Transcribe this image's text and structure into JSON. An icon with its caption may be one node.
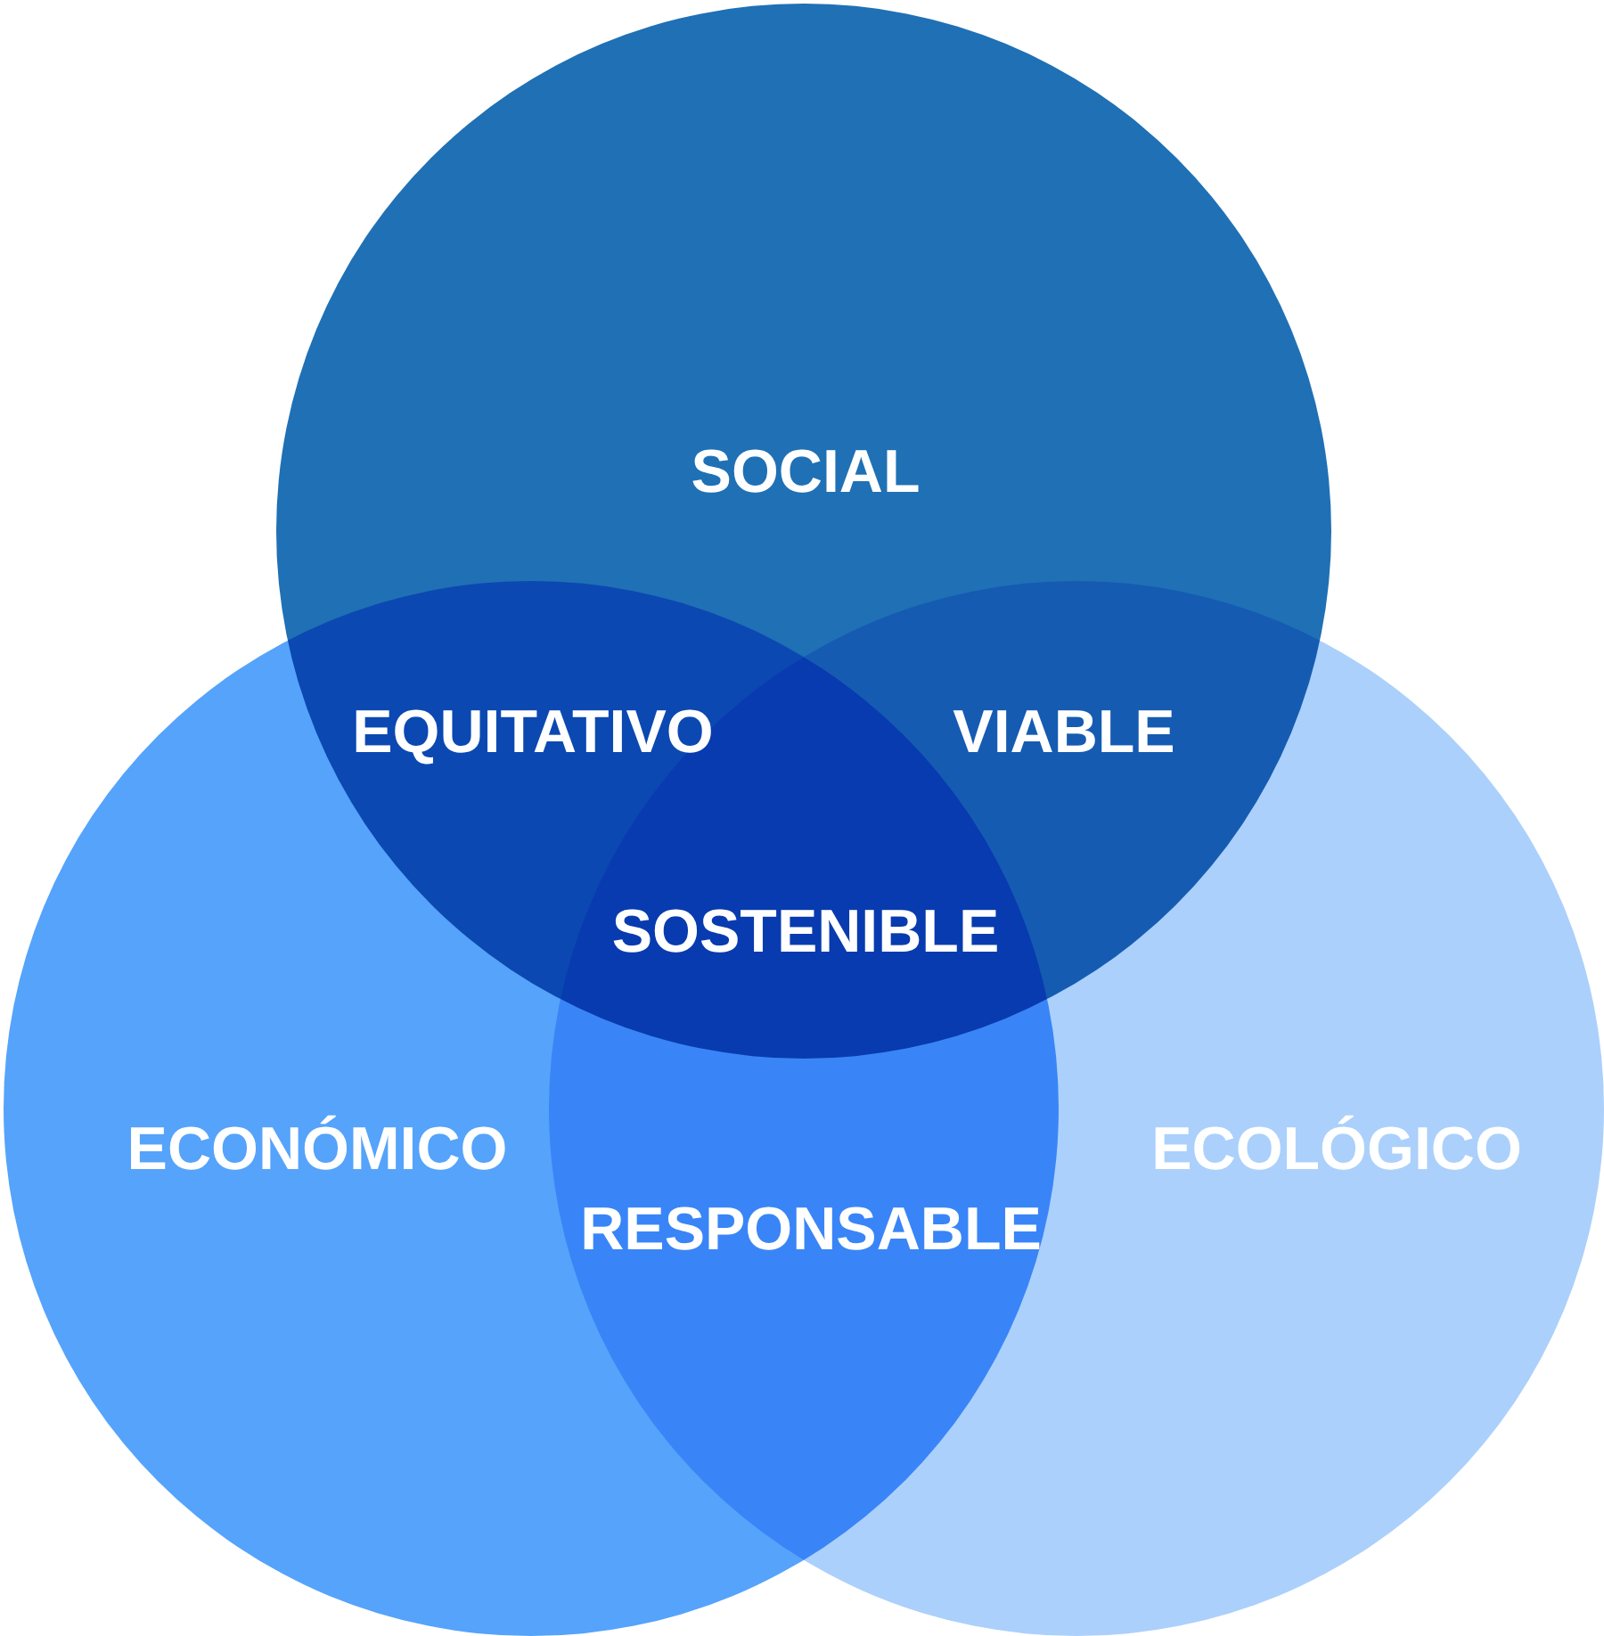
{
  "diagram": {
    "nodes": [
      {
        "text": [
          "SOCIAL"
        ]
      },
      {
        "text": [
          "ECONÓMICO"
        ]
      },
      {
        "text": [
          "ECOLÓGICO"
        ]
      }
    ],
    "labels": [
      "EQUITATIVO",
      "VIABLE",
      "SOSTENIBLE",
      "RESPONSABLE"
    ]
  }
}
